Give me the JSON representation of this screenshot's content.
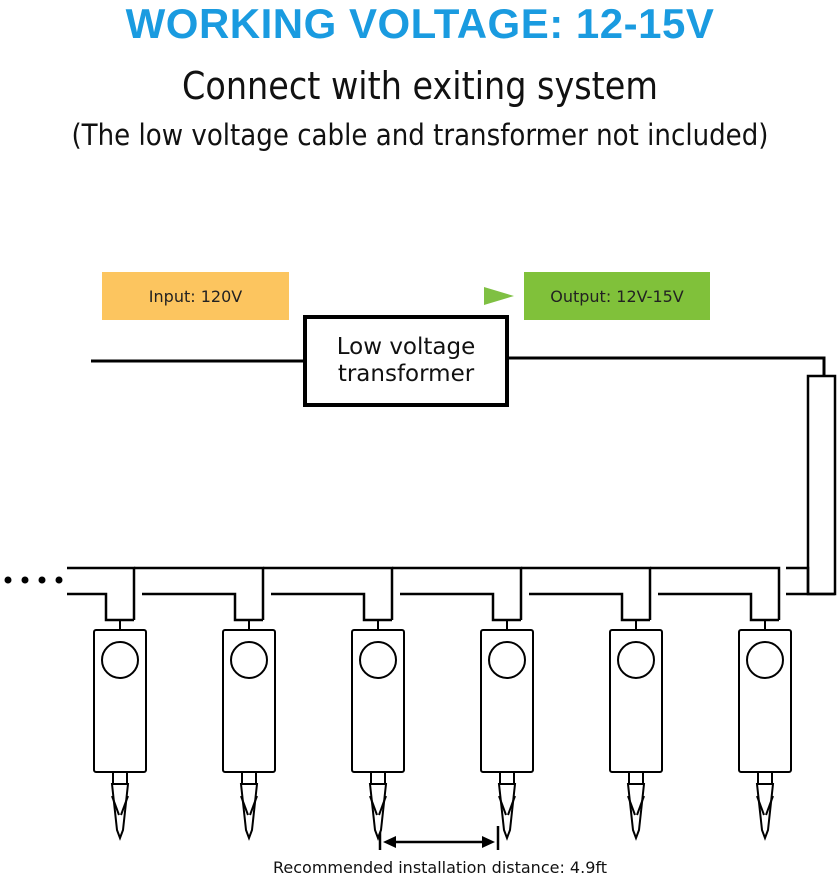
{
  "title": "WORKING VOLTAGE: 12-15V",
  "subtitle": "Connect with exiting system",
  "note": "(The low voltage cable and transformer not included)",
  "input": {
    "label": "Input: 120V",
    "color": "#fcc55f"
  },
  "output": {
    "label": "Output: 12V-15V",
    "color": "#80c13a"
  },
  "transformer": {
    "line1": "Low voltage",
    "line2": "transformer"
  },
  "footer": "Recommended installation distance: 4.9ft",
  "lights": [
    "light-1",
    "light-2",
    "light-3",
    "light-4",
    "light-5",
    "light-6"
  ]
}
